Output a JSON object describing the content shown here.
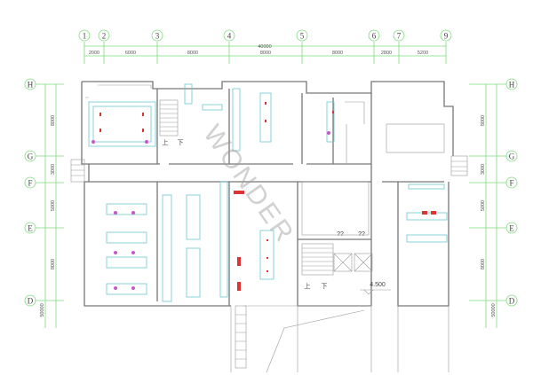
{
  "columns": [
    {
      "label": "1"
    },
    {
      "label": "2"
    },
    {
      "label": "3"
    },
    {
      "label": "4"
    },
    {
      "label": "5"
    },
    {
      "label": "6"
    },
    {
      "label": "7"
    },
    {
      "label": "9"
    }
  ],
  "total_width_dim": "40000",
  "column_dims": [
    "2000",
    "6000",
    "8000",
    "8000",
    "8000",
    "2800",
    "5200"
  ],
  "rows": [
    {
      "label": "H"
    },
    {
      "label": "G"
    },
    {
      "label": "F"
    },
    {
      "label": "E"
    },
    {
      "label": "D"
    }
  ],
  "row_dims": [
    "8000",
    "3000",
    "5000",
    "8000"
  ],
  "total_height_dim": "50000",
  "annotations": {
    "stair_up_1": "上",
    "stair_down_1": "下",
    "stair_up_2": "上",
    "stair_down_2": "下",
    "unknown_1": "??",
    "unknown_2": "??",
    "elevation": "4.500"
  },
  "watermark": "WONDER"
}
